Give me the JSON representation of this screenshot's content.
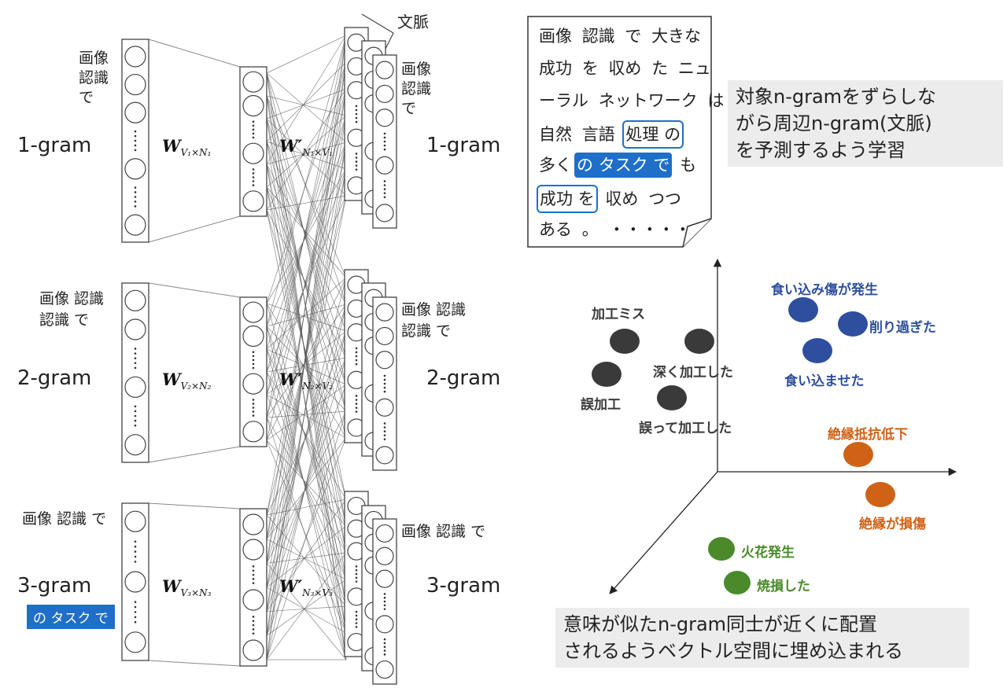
{
  "header": {
    "context_label": "文脈"
  },
  "rows": [
    {
      "gram_label": "1-gram",
      "in_lines": [
        "画像",
        "認識",
        "で"
      ],
      "out_lines": [
        "画像",
        "認識",
        "で"
      ],
      "w_sub": "V₁×N₁",
      "w2_sub": "N₁×V₁"
    },
    {
      "gram_label": "2-gram",
      "in_lines": [
        "画像 認識",
        "認識 で"
      ],
      "out_lines": [
        "画像 認識",
        "認識 で"
      ],
      "w_sub": "V₂×N₂",
      "w2_sub": "N₂×V₂"
    },
    {
      "gram_label": "3-gram",
      "in_lines": [
        "画像 認識 で"
      ],
      "out_lines": [
        "画像 認識 で"
      ],
      "w_sub": "V₃×N₃",
      "w2_sub": "N₃×V₃"
    }
  ],
  "network": {
    "weight_symbol": "W",
    "weight_prime_symbol": "W′"
  },
  "selected_ngram_tag": "の タスク で",
  "document": {
    "lines": [
      [
        "画像",
        "認識",
        "で",
        "大きな"
      ],
      [
        "成功",
        "を",
        "収め",
        "た",
        "ニュ"
      ],
      [
        "ーラル",
        "ネットワーク",
        "は"
      ],
      [
        "自然",
        "言語",
        "処理",
        "の"
      ],
      [
        "多く",
        "の",
        "タスク",
        "で",
        "も"
      ],
      [
        "成功",
        "を",
        "収め",
        "つつ"
      ],
      [
        "ある",
        "。",
        "・・・・・"
      ]
    ]
  },
  "callouts": {
    "right": [
      "対象n-gramをずらしな",
      "がら周辺n-gram(文脈)",
      "を予測するよう学習"
    ],
    "bottom": [
      "意味が似たn-gram同士が近くに配置",
      "されるようベクトル空間に埋め込まれる"
    ]
  },
  "clusters": {
    "machining": {
      "color": "#3a3a3a",
      "labels": [
        "加工ミス",
        "深く加工した",
        "誤加工",
        "誤って加工した"
      ]
    },
    "biting": {
      "color": "#2e4f9e",
      "labels": [
        "食い込み傷が発生",
        "削り過ぎた",
        "食い込ませた"
      ]
    },
    "insulation": {
      "color": "#cf6216",
      "labels": [
        "絶縁抵抗低下",
        "絶縁が損傷"
      ]
    },
    "burn": {
      "color": "#4a8a2a",
      "labels": [
        "火花発生",
        "焼損した"
      ]
    }
  }
}
